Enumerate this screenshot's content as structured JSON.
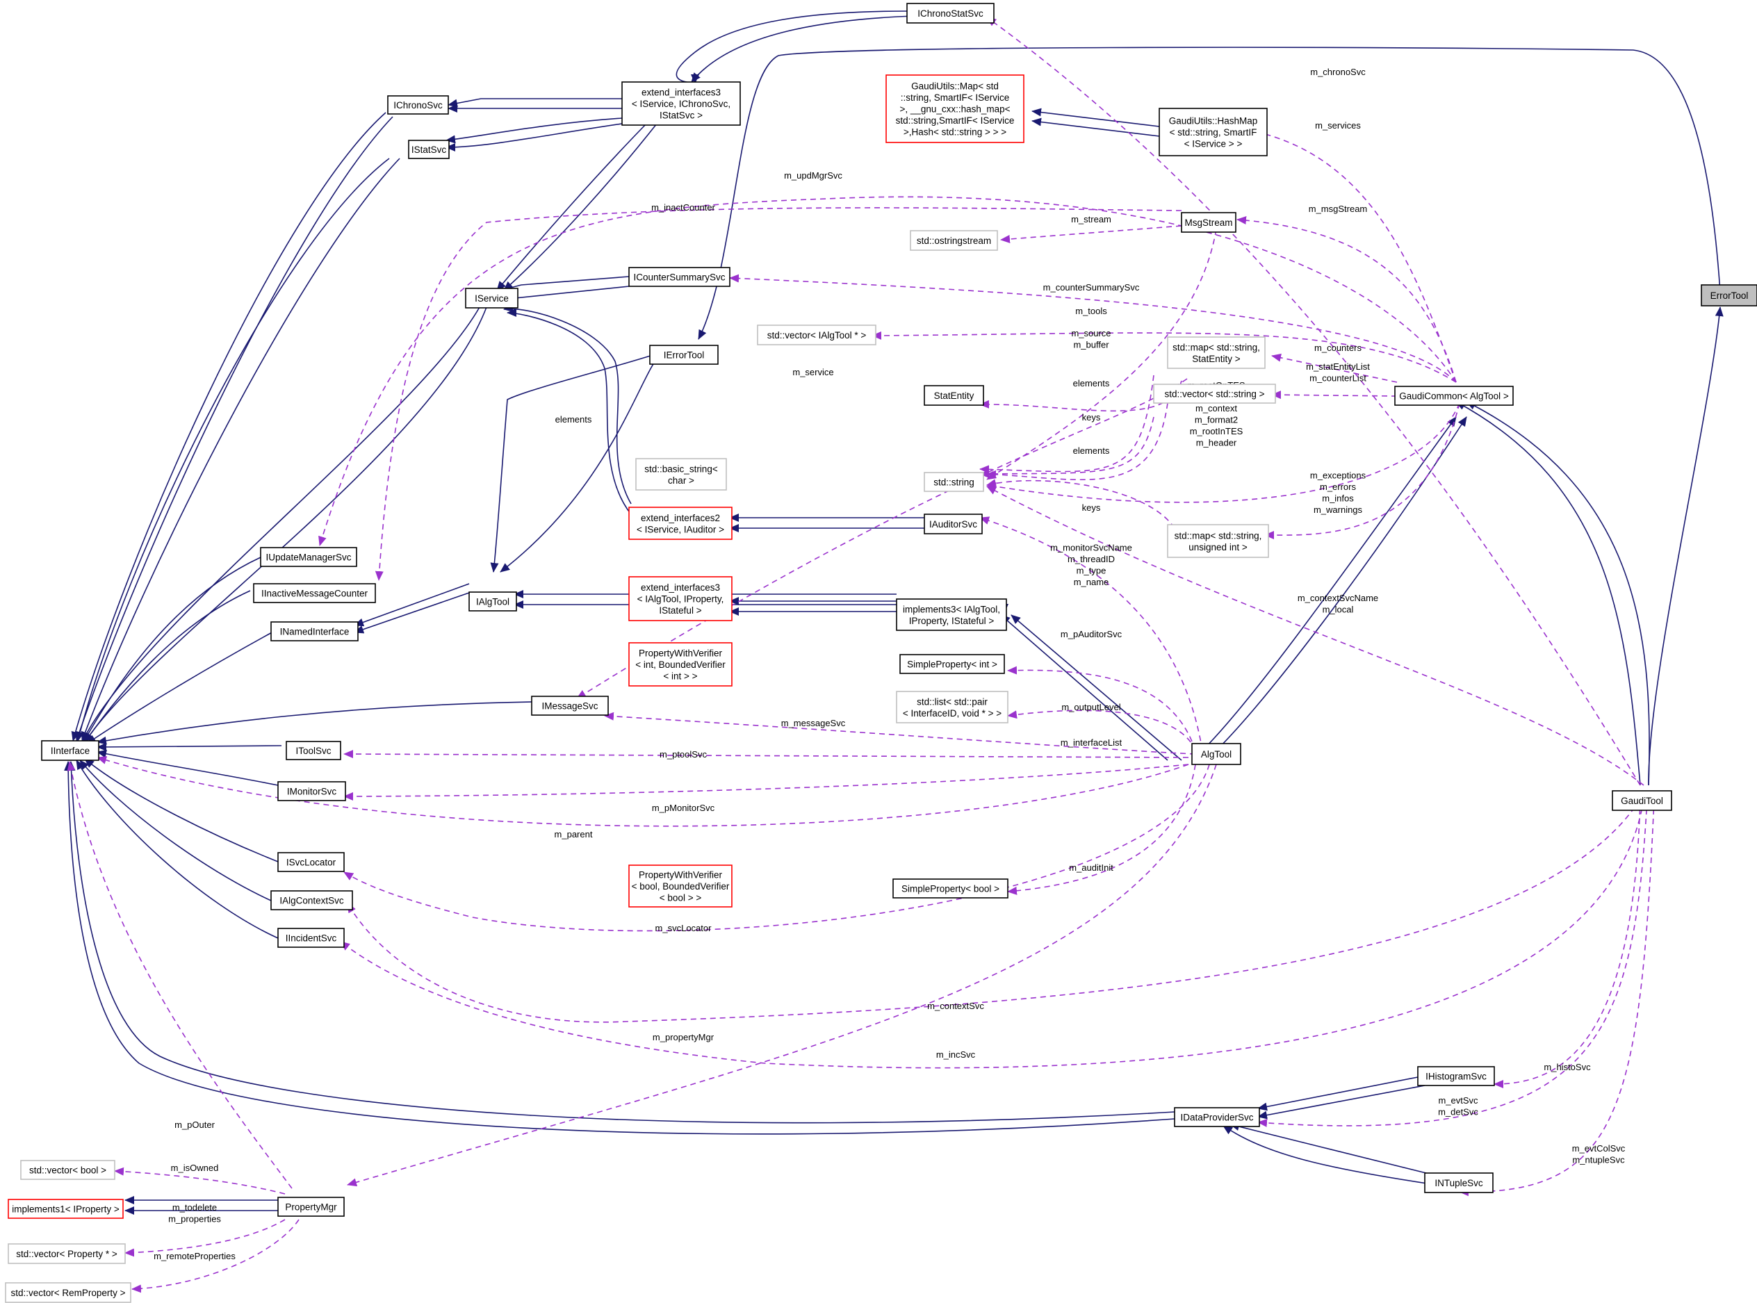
{
  "diagram": {
    "nodes": [
      {
        "id": "IChronoStatSvc",
        "lines": [
          "IChronoStatSvc"
        ]
      },
      {
        "id": "ext_chrono",
        "lines": [
          "extend_interfaces3",
          "< IService, IChronoSvc,",
          "IStatSvc >"
        ]
      },
      {
        "id": "IChronoSvc",
        "lines": [
          "IChronoSvc"
        ]
      },
      {
        "id": "IStatSvc",
        "lines": [
          "IStatSvc"
        ]
      },
      {
        "id": "GaudiUtilsMap",
        "lines": [
          "GaudiUtils::Map< std",
          "::string, SmartIF< IService",
          ">, __gnu_cxx::hash_map<",
          "std::string,SmartIF< IService",
          ">,Hash< std::string > > >"
        ]
      },
      {
        "id": "GaudiUtilsHashMap",
        "lines": [
          "GaudiUtils::HashMap",
          "< std::string, SmartIF",
          "< IService > >"
        ]
      },
      {
        "id": "MsgStream",
        "lines": [
          "MsgStream"
        ]
      },
      {
        "id": "ostringstream",
        "lines": [
          "std::ostringstream"
        ]
      },
      {
        "id": "ErrorTool",
        "lines": [
          "ErrorTool"
        ]
      },
      {
        "id": "ICounterSummarySvc",
        "lines": [
          "ICounterSummarySvc"
        ]
      },
      {
        "id": "IService",
        "lines": [
          "IService"
        ]
      },
      {
        "id": "vecIAlgTool",
        "lines": [
          "std::vector< IAlgTool * >"
        ]
      },
      {
        "id": "IErrorTool",
        "lines": [
          "IErrorTool"
        ]
      },
      {
        "id": "mapStat",
        "lines": [
          "std::map< std::string,",
          "StatEntity >"
        ]
      },
      {
        "id": "StatEntity",
        "lines": [
          "StatEntity"
        ]
      },
      {
        "id": "vecString",
        "lines": [
          "std::vector< std::string >"
        ]
      },
      {
        "id": "GaudiCommon",
        "lines": [
          "GaudiCommon< AlgTool >"
        ]
      },
      {
        "id": "basicString",
        "lines": [
          "std::basic_string<",
          "char >"
        ]
      },
      {
        "id": "stdString",
        "lines": [
          "std::string"
        ]
      },
      {
        "id": "ext_auditor",
        "lines": [
          "extend_interfaces2",
          "< IService, IAuditor >"
        ]
      },
      {
        "id": "IAuditorSvc",
        "lines": [
          "IAuditorSvc"
        ]
      },
      {
        "id": "mapUint",
        "lines": [
          "std::map< std::string,",
          "unsigned int >"
        ]
      },
      {
        "id": "IUpdateManagerSvc",
        "lines": [
          "IUpdateManagerSvc"
        ]
      },
      {
        "id": "IInactiveMessageCounter",
        "lines": [
          "IInactiveMessageCounter"
        ]
      },
      {
        "id": "IAlgTool",
        "lines": [
          "IAlgTool"
        ]
      },
      {
        "id": "ext_algtool",
        "lines": [
          "extend_interfaces3",
          "< IAlgTool, IProperty,",
          "IStateful >"
        ]
      },
      {
        "id": "impl3",
        "lines": [
          "implements3< IAlgTool,",
          "IProperty, IStateful >"
        ]
      },
      {
        "id": "INamedInterface",
        "lines": [
          "INamedInterface"
        ]
      },
      {
        "id": "PWVint",
        "lines": [
          "PropertyWithVerifier",
          "< int, BoundedVerifier",
          "< int > >"
        ]
      },
      {
        "id": "SimplePropInt",
        "lines": [
          "SimpleProperty< int >"
        ]
      },
      {
        "id": "listPair",
        "lines": [
          "std::list< std::pair",
          "< InterfaceID, void * > >"
        ]
      },
      {
        "id": "IMessageSvc",
        "lines": [
          "IMessageSvc"
        ]
      },
      {
        "id": "IInterface",
        "lines": [
          "IInterface"
        ]
      },
      {
        "id": "IToolSvc",
        "lines": [
          "IToolSvc"
        ]
      },
      {
        "id": "AlgTool",
        "lines": [
          "AlgTool"
        ]
      },
      {
        "id": "IMonitorSvc",
        "lines": [
          "IMonitorSvc"
        ]
      },
      {
        "id": "GaudiTool",
        "lines": [
          "GaudiTool"
        ]
      },
      {
        "id": "ISvcLocator",
        "lines": [
          "ISvcLocator"
        ]
      },
      {
        "id": "PWVbool",
        "lines": [
          "PropertyWithVerifier",
          "< bool, BoundedVerifier",
          "< bool > >"
        ]
      },
      {
        "id": "SimplePropBool",
        "lines": [
          "SimpleProperty< bool >"
        ]
      },
      {
        "id": "IAlgContextSvc",
        "lines": [
          "IAlgContextSvc"
        ]
      },
      {
        "id": "IIncidentSvc",
        "lines": [
          "IIncidentSvc"
        ]
      },
      {
        "id": "IHistogramSvc",
        "lines": [
          "IHistogramSvc"
        ]
      },
      {
        "id": "IDataProviderSvc",
        "lines": [
          "IDataProviderSvc"
        ]
      },
      {
        "id": "INTupleSvc",
        "lines": [
          "INTupleSvc"
        ]
      },
      {
        "id": "vecBool",
        "lines": [
          "std::vector< bool >"
        ]
      },
      {
        "id": "impl1",
        "lines": [
          "implements1< IProperty >"
        ]
      },
      {
        "id": "PropertyMgr",
        "lines": [
          "PropertyMgr"
        ]
      },
      {
        "id": "vecProperty",
        "lines": [
          "std::vector< Property * >"
        ]
      },
      {
        "id": "vecRemProperty",
        "lines": [
          "std::vector< RemProperty >"
        ]
      }
    ],
    "edge_labels": [
      {
        "id": "m_chronoSvc",
        "lines": [
          "m_chronoSvc"
        ]
      },
      {
        "id": "m_services",
        "lines": [
          "m_services"
        ]
      },
      {
        "id": "m_updMgrSvc",
        "lines": [
          "m_updMgrSvc"
        ]
      },
      {
        "id": "m_inactCounter",
        "lines": [
          "m_inactCounter"
        ]
      },
      {
        "id": "m_msgStream",
        "lines": [
          "m_msgStream"
        ]
      },
      {
        "id": "m_stream",
        "lines": [
          "m_stream"
        ]
      },
      {
        "id": "m_counterSummarySvc",
        "lines": [
          "m_counterSummarySvc"
        ]
      },
      {
        "id": "m_tools",
        "lines": [
          "m_tools"
        ]
      },
      {
        "id": "m_source_buffer",
        "lines": [
          "m_source",
          "m_buffer"
        ]
      },
      {
        "id": "m_counters",
        "lines": [
          "m_counters"
        ]
      },
      {
        "id": "m_service",
        "lines": [
          "m_service"
        ]
      },
      {
        "id": "elements1",
        "lines": [
          "elements"
        ]
      },
      {
        "id": "m_statEntityList",
        "lines": [
          "m_statEntityList",
          "m_counterList"
        ]
      },
      {
        "id": "elements2",
        "lines": [
          "elements"
        ]
      },
      {
        "id": "keys1",
        "lines": [
          "keys"
        ]
      },
      {
        "id": "m_rootOnTES",
        "lines": [
          "m_rootOnTES",
          "m_format1",
          "m_context",
          "m_format2",
          "m_rootInTES",
          "m_header"
        ]
      },
      {
        "id": "elements3",
        "lines": [
          "elements"
        ]
      },
      {
        "id": "m_exceptions",
        "lines": [
          "m_exceptions",
          "m_errors",
          "m_infos",
          "m_warnings"
        ]
      },
      {
        "id": "keys2",
        "lines": [
          "keys"
        ]
      },
      {
        "id": "m_monitorSvcName",
        "lines": [
          "m_monitorSvcName",
          "m_threadID",
          "m_type",
          "m_name"
        ]
      },
      {
        "id": "m_contextSvcName",
        "lines": [
          "m_contextSvcName",
          "m_local"
        ]
      },
      {
        "id": "m_pAuditorSvc",
        "lines": [
          "m_pAuditorSvc"
        ]
      },
      {
        "id": "m_outputLevel",
        "lines": [
          "m_outputLevel"
        ]
      },
      {
        "id": "m_messageSvc",
        "lines": [
          "m_messageSvc"
        ]
      },
      {
        "id": "m_interfaceList",
        "lines": [
          "m_interfaceList"
        ]
      },
      {
        "id": "m_ptoolSvc",
        "lines": [
          "m_ptoolSvc"
        ]
      },
      {
        "id": "m_pMonitorSvc",
        "lines": [
          "m_pMonitorSvc"
        ]
      },
      {
        "id": "m_parent",
        "lines": [
          "m_parent"
        ]
      },
      {
        "id": "m_auditInit",
        "lines": [
          "m_auditInit"
        ]
      },
      {
        "id": "m_svcLocator",
        "lines": [
          "m_svcLocator"
        ]
      },
      {
        "id": "m_contextSvc",
        "lines": [
          "m_contextSvc"
        ]
      },
      {
        "id": "m_propertyMgr",
        "lines": [
          "m_propertyMgr"
        ]
      },
      {
        "id": "m_incSvc",
        "lines": [
          "m_incSvc"
        ]
      },
      {
        "id": "m_histoSvc",
        "lines": [
          "m_histoSvc"
        ]
      },
      {
        "id": "m_evtSvc",
        "lines": [
          "m_evtSvc",
          "m_detSvc"
        ]
      },
      {
        "id": "m_pOuter",
        "lines": [
          "m_pOuter"
        ]
      },
      {
        "id": "m_evtColSvc",
        "lines": [
          "m_evtColSvc",
          "m_ntupleSvc"
        ]
      },
      {
        "id": "m_isOwned",
        "lines": [
          "m_isOwned"
        ]
      },
      {
        "id": "m_todelete",
        "lines": [
          "m_todelete",
          "m_properties"
        ]
      },
      {
        "id": "m_remoteProperties",
        "lines": [
          "m_remoteProperties"
        ]
      }
    ]
  }
}
